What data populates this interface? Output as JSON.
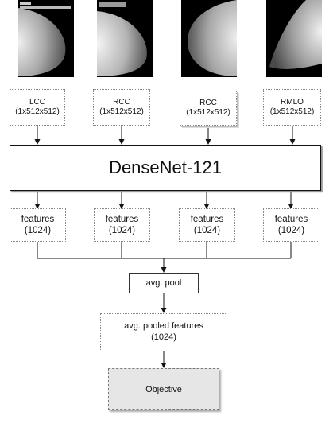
{
  "inputs": [
    {
      "label": "LCC",
      "shape": "(1x512x512)"
    },
    {
      "label": "RCC",
      "shape": "(1x512x512)"
    },
    {
      "label": "RCC",
      "shape": "(1x512x512)"
    },
    {
      "label": "RMLO",
      "shape": "(1x512x512)"
    }
  ],
  "backbone": {
    "label": "DenseNet-121"
  },
  "features": [
    {
      "label": "features",
      "size": "(1024)"
    },
    {
      "label": "features",
      "size": "(1024)"
    },
    {
      "label": "features",
      "size": "(1024)"
    },
    {
      "label": "features",
      "size": "(1024)"
    }
  ],
  "pool": {
    "label": "avg. pool"
  },
  "pooled": {
    "label": "avg. pooled features",
    "size": "(1024)"
  },
  "objective": {
    "label": "Objective"
  }
}
